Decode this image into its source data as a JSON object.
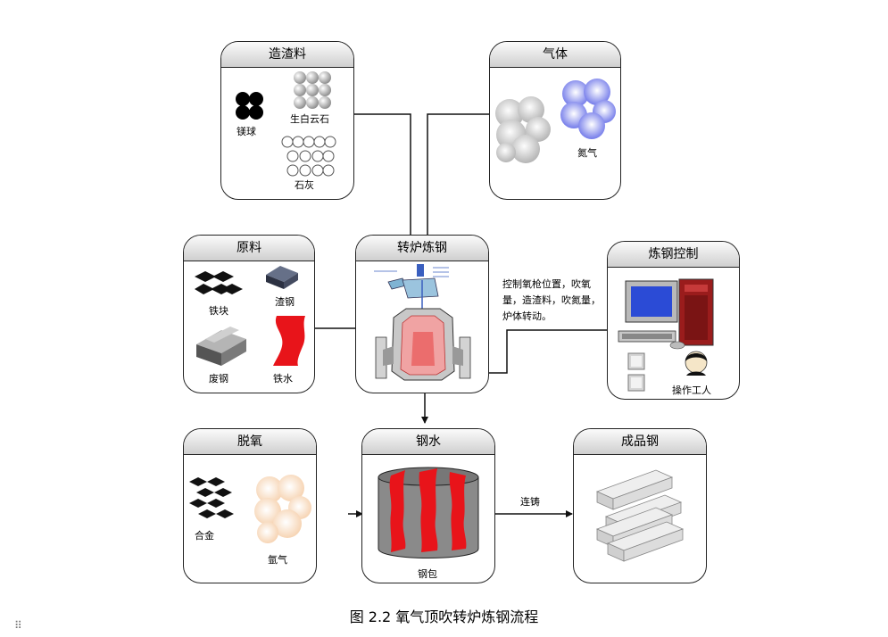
{
  "nodes": {
    "slag_materials": {
      "title": "造渣料",
      "items": [
        "镁球",
        "生白云石",
        "石灰"
      ]
    },
    "gases": {
      "title": "气体",
      "items": [
        "氮气"
      ]
    },
    "raw_materials": {
      "title": "原料",
      "items": [
        "铁块",
        "渣钢",
        "废钢",
        "铁水"
      ]
    },
    "converter": {
      "title": "转炉炼钢"
    },
    "control": {
      "title": "炼钢控制",
      "items": [
        "操作工人"
      ]
    },
    "deoxidation": {
      "title": "脱氧",
      "items": [
        "合金",
        "氩气"
      ]
    },
    "molten_steel": {
      "title": "钢水",
      "items": [
        "钢包"
      ]
    },
    "finished_steel": {
      "title": "成品钢"
    }
  },
  "annotations": {
    "control_note": "控制氧枪位置，吹氧量，造渣料，吹氮量，炉体转动。",
    "casting": "连铸"
  },
  "caption": "图 2.2 氧气顶吹转炉炼钢流程",
  "colors": {
    "molten_iron": "#e8141a",
    "nitrogen": "#5a63e6",
    "argon": "#f4c9a0",
    "furnace_glow": "#f0a3a3"
  }
}
